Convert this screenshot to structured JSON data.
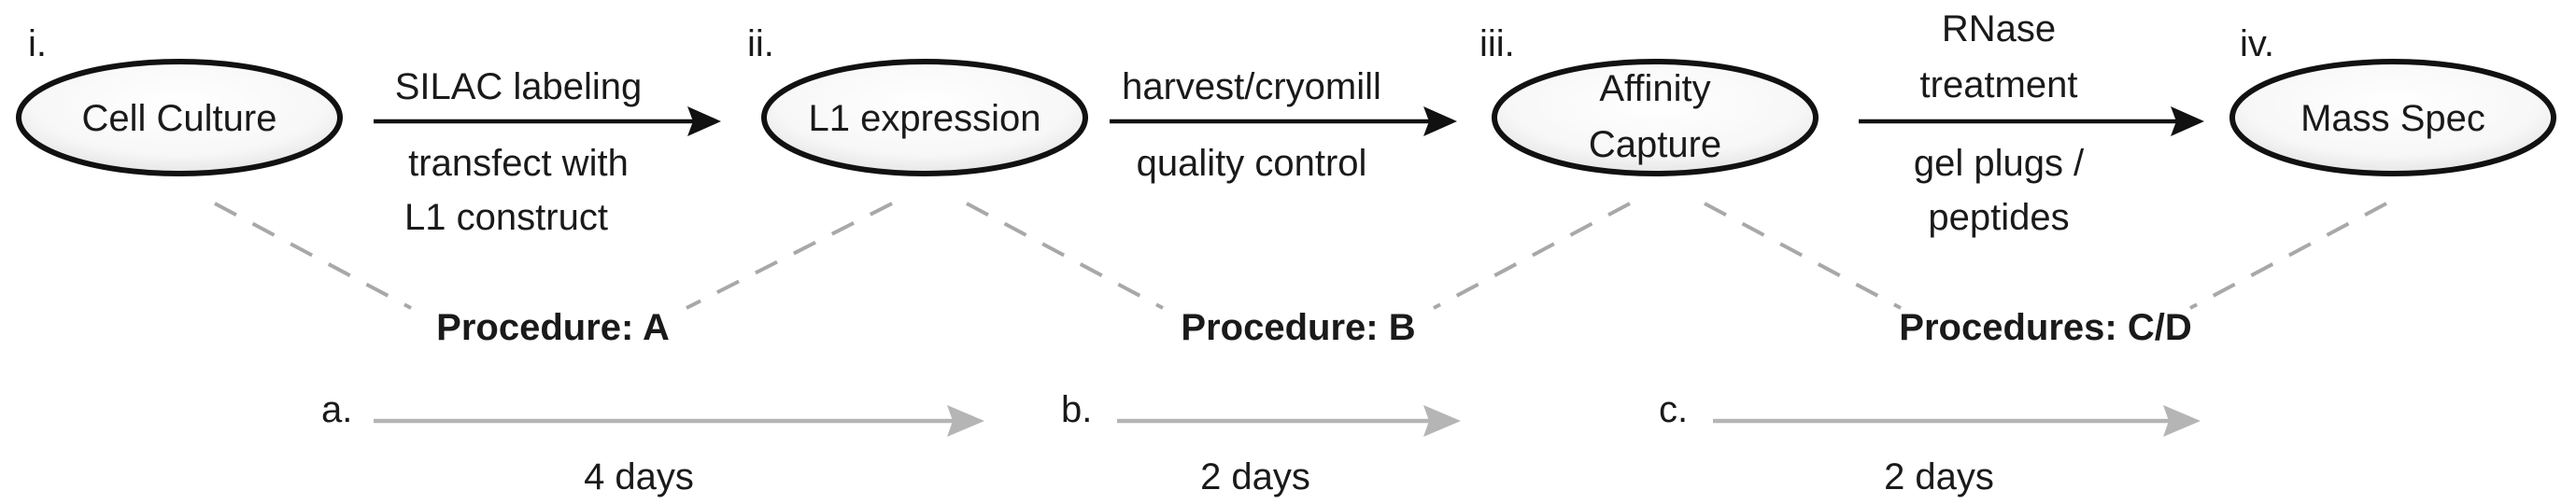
{
  "colors": {
    "ink": "#111111",
    "dashed_connector": "#a8a8a8",
    "timeline_arrow": "#b5b5b5",
    "node_fill_light": "#ffffff",
    "node_fill_shade": "#e6e6e6"
  },
  "steps": [
    {
      "roman": "i.",
      "lines": [
        "Cell Culture"
      ]
    },
    {
      "roman": "ii.",
      "lines": [
        "L1 expression"
      ]
    },
    {
      "roman": "iii.",
      "lines": [
        "Affinity",
        "Capture"
      ]
    },
    {
      "roman": "iv.",
      "lines": [
        "Mass Spec"
      ]
    }
  ],
  "transitions": [
    {
      "above": [
        "SILAC labeling"
      ],
      "below": [
        "transfect with",
        "L1 construct"
      ]
    },
    {
      "above": [
        "harvest/cryomill"
      ],
      "below": [
        "quality control"
      ]
    },
    {
      "above": [
        "RNase",
        "treatment"
      ],
      "below": [
        "gel plugs /",
        "peptides"
      ]
    }
  ],
  "procedures": [
    {
      "label": "Procedure: A"
    },
    {
      "label": "Procedure: B"
    },
    {
      "label": "Procedures: C/D"
    }
  ],
  "timeline": [
    {
      "letter": "a.",
      "duration": "4 days"
    },
    {
      "letter": "b.",
      "duration": "2 days"
    },
    {
      "letter": "c.",
      "duration": "2 days"
    }
  ]
}
